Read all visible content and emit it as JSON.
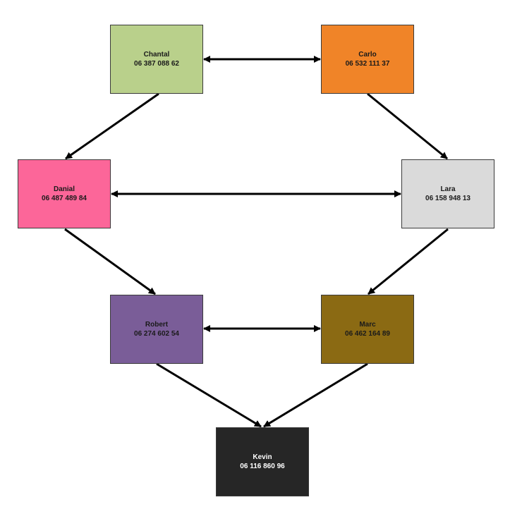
{
  "nodes": {
    "chantal": {
      "name": "Chantal",
      "phone": "06 387 088 62",
      "fill": "#b9d08b",
      "text_color": "#1a1a1a"
    },
    "carlo": {
      "name": "Carlo",
      "phone": "06 532 111 37",
      "fill": "#f08428",
      "text_color": "#1a1a1a"
    },
    "danial": {
      "name": "Danial",
      "phone": "06 487 489 84",
      "fill": "#fc6699",
      "text_color": "#1a1a1a"
    },
    "lara": {
      "name": "Lara",
      "phone": "06 158 948 13",
      "fill": "#dadada",
      "text_color": "#1a1a1a"
    },
    "robert": {
      "name": "Robert",
      "phone": "06 274 602 54",
      "fill": "#7a5d98",
      "text_color": "#1a1a1a"
    },
    "marc": {
      "name": "Marc",
      "phone": "06 462 164 89",
      "fill": "#8b6a13",
      "text_color": "#1a1a1a"
    },
    "kevin": {
      "name": "Kevin",
      "phone": "06 116 860 96",
      "fill": "#262626",
      "text_color": "#ffffff"
    }
  },
  "edges": [
    {
      "from": "chantal",
      "to": "carlo",
      "type": "bidirectional"
    },
    {
      "from": "chantal",
      "to": "danial",
      "type": "directed"
    },
    {
      "from": "carlo",
      "to": "lara",
      "type": "directed"
    },
    {
      "from": "danial",
      "to": "lara",
      "type": "bidirectional"
    },
    {
      "from": "danial",
      "to": "robert",
      "type": "directed"
    },
    {
      "from": "lara",
      "to": "marc",
      "type": "directed"
    },
    {
      "from": "robert",
      "to": "marc",
      "type": "bidirectional"
    },
    {
      "from": "robert",
      "to": "kevin",
      "type": "directed"
    },
    {
      "from": "marc",
      "to": "kevin",
      "type": "directed"
    }
  ],
  "edge_color": "#000000"
}
